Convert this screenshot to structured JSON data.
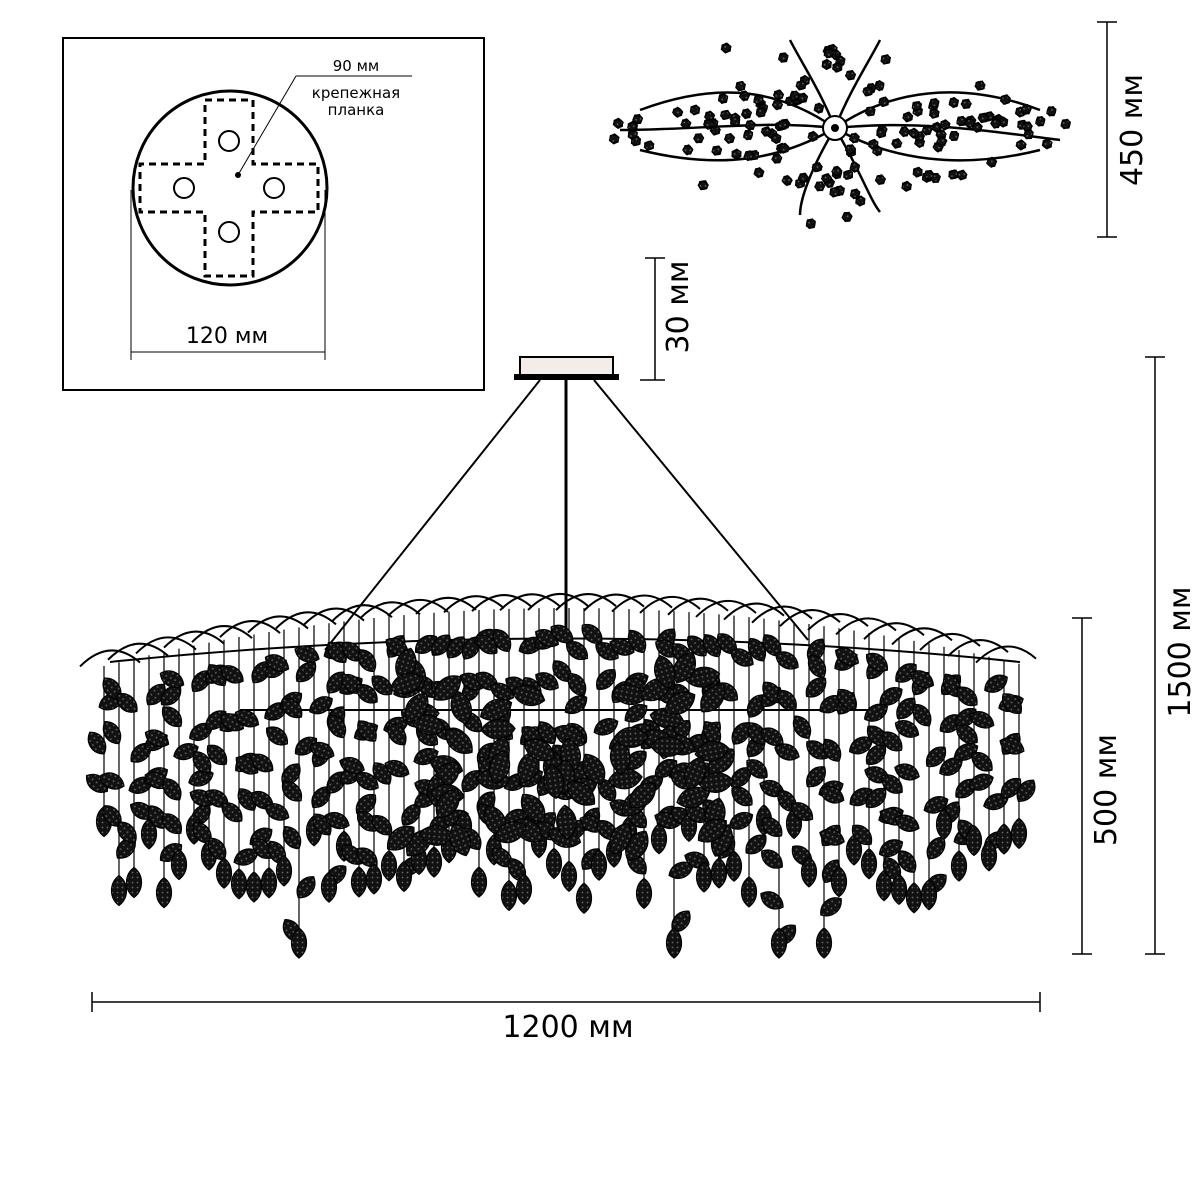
{
  "mount_detail": {
    "bracket_width": "90 мм",
    "bracket_label_line1": "крепежная",
    "bracket_label_line2": "планка",
    "plate_diameter": "120 мм"
  },
  "dimensions": {
    "top_view_depth": "450 мм",
    "canopy_height": "30 мм",
    "total_height": "1500 мм",
    "body_height": "500 мм",
    "width": "1200 мм"
  },
  "colors": {
    "line": "#000000",
    "background": "#ffffff",
    "canopy_fill": "#f3ece8",
    "leaf_fill": "#111111"
  }
}
